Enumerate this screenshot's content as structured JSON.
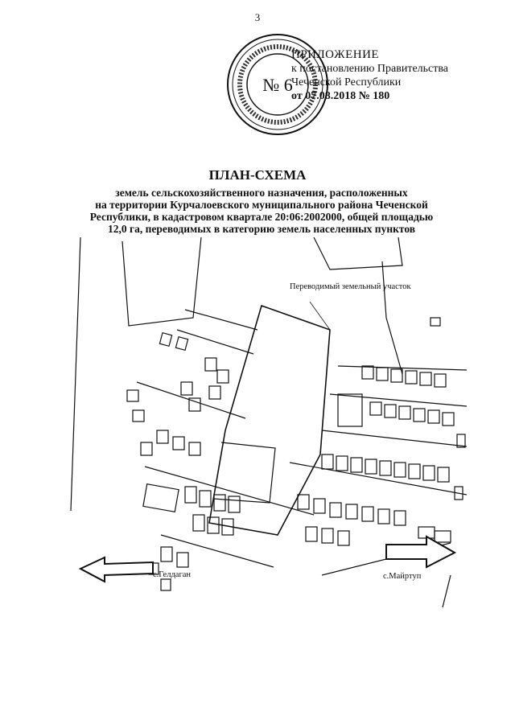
{
  "page": {
    "number": "3"
  },
  "seal": {
    "label": "№ 6"
  },
  "appendix": {
    "title": "ПРИЛОЖЕНИЕ",
    "line1": "к постановлению Правительства",
    "line2": "Чеченской Республики",
    "date_line": "от 07.08.2018 № 180"
  },
  "document": {
    "title": "ПЛАН-СХЕМА",
    "subtitle_lines": [
      "земель сельскохозяйственного назначения, расположенных",
      "на территории Курчалоевского муниципального района Чеченской",
      "Республики, в кадастровом квартале 20:06:2002000, общей площадью",
      "12,0 га, переводимых в категорию земель населенных пунктов"
    ]
  },
  "map": {
    "parcel_label": "Переводимый земельный участок",
    "west_destination": "с.Гелдаган",
    "east_destination": "с.Майртуп"
  }
}
